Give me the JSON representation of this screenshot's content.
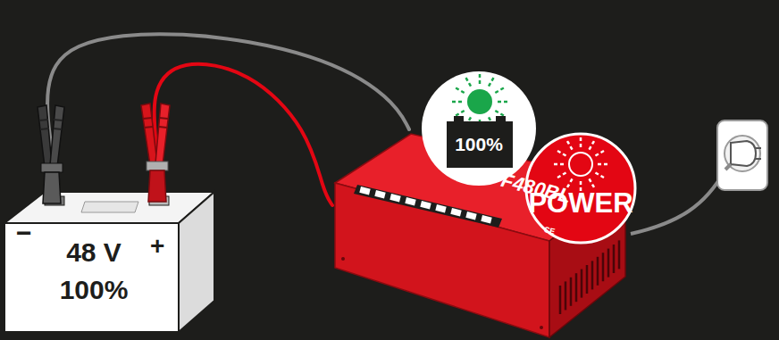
{
  "diagram": {
    "nodes": [
      {
        "text": [
          "48 V",
          "100%"
        ]
      },
      {
        "text": [
          "F480BL",
          "CE"
        ]
      },
      {
        "text": [
          "100%"
        ]
      },
      {
        "text": [
          "POWER"
        ]
      }
    ],
    "edges": [
      {
        "from": 0,
        "to": 1,
        "arrow": "none"
      },
      {
        "from": 0,
        "to": 1,
        "arrow": "none"
      }
    ],
    "labels": [
      "−",
      "+"
    ]
  }
}
